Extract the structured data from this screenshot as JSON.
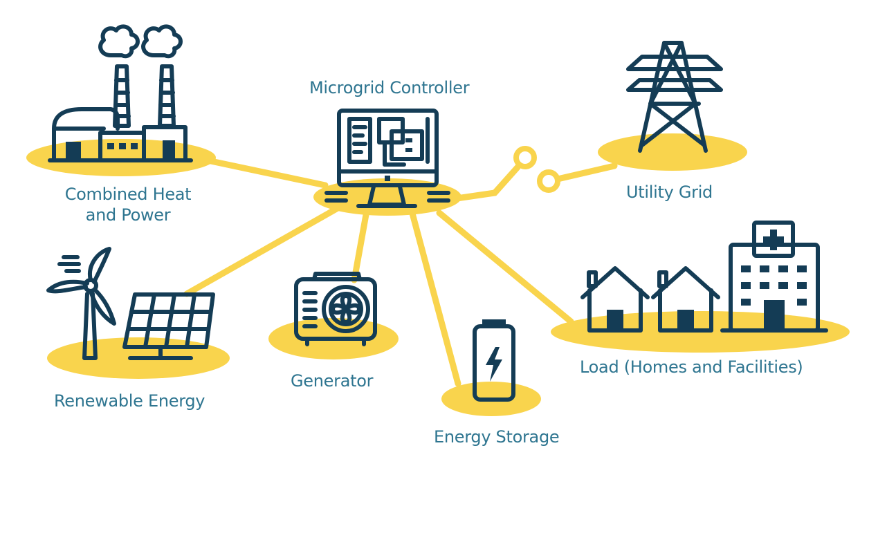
{
  "colors": {
    "accent_yellow": "#f9d44d",
    "icon_navy": "#143c55",
    "label_teal": "#2e7590",
    "background": "#ffffff"
  },
  "nodes": {
    "controller": {
      "label": "Microgrid Controller",
      "icon": "monitor-icon"
    },
    "chp": {
      "label_line1": "Combined Heat",
      "label_line2": "and Power",
      "icon": "power-plant-icon"
    },
    "utility": {
      "label": "Utility Grid",
      "icon": "transmission-tower-icon"
    },
    "renewable": {
      "label": "Renewable Energy",
      "icon": "wind-solar-icon"
    },
    "generator": {
      "label": "Generator",
      "icon": "generator-icon"
    },
    "storage": {
      "label": "Energy Storage",
      "icon": "battery-icon"
    },
    "load": {
      "label": "Load (Homes and Facilities)",
      "icon": "homes-hospital-icon"
    }
  }
}
